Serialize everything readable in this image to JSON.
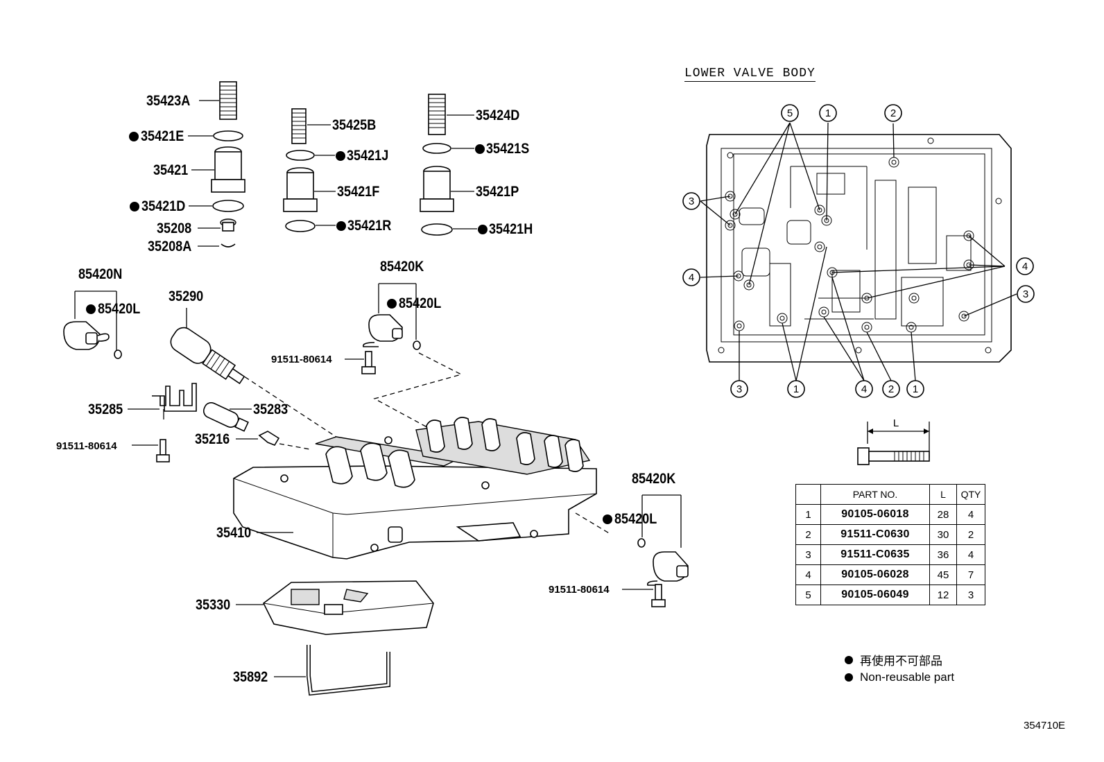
{
  "labels": {
    "p35423A": "35423A",
    "p35421E": "35421E",
    "p35421": "35421",
    "p35421D": "35421D",
    "p35208": "35208",
    "p35208A": "35208A",
    "p35425B": "35425B",
    "p35421J": "35421J",
    "p35421F": "35421F",
    "p35421R": "35421R",
    "p35424D": "35424D",
    "p35421S": "35421S",
    "p35421P": "35421P",
    "p35421H": "35421H",
    "p85420N": "85420N",
    "p85420L_a": "85420L",
    "p35290": "35290",
    "p85420K_a": "85420K",
    "p85420L_b": "85420L",
    "p91511_a": "91511-80614",
    "p35285": "35285",
    "p35283": "35283",
    "p35216": "35216",
    "p91511_b": "91511-80614",
    "p35410": "35410",
    "p85420K_b": "85420K",
    "p85420L_c": "85420L",
    "p91511_c": "91511-80614",
    "p35330": "35330",
    "p35892": "35892"
  },
  "lower_valve_body": {
    "title": "LOWER  VALVE  BODY",
    "dimension_label": "L",
    "callouts": {
      "c5": "5",
      "c1a": "1",
      "c2a": "2",
      "c3a": "3",
      "c4a": "4",
      "c4b": "4",
      "c3b": "3",
      "c3c": "3",
      "c1b": "1",
      "c4c": "4",
      "c2b": "2",
      "c1c": "1"
    }
  },
  "bolt_table": {
    "headers": [
      "",
      "PART NO.",
      "L",
      "QTY"
    ],
    "rows": [
      {
        "no": "1",
        "part": "90105-06018",
        "l": "28",
        "qty": "4"
      },
      {
        "no": "2",
        "part": "91511-C0630",
        "l": "30",
        "qty": "2"
      },
      {
        "no": "3",
        "part": "91511-C0635",
        "l": "36",
        "qty": "4"
      },
      {
        "no": "4",
        "part": "90105-06028",
        "l": "45",
        "qty": "7"
      },
      {
        "no": "5",
        "part": "90105-06049",
        "l": "12",
        "qty": "3"
      }
    ]
  },
  "legend": {
    "line1": "再使用不可部品",
    "line2": "Non-reusable part",
    "dot_icon": "filled-circle-icon"
  },
  "figure_id": "354710E",
  "colors": {
    "ink": "#000000",
    "background": "#ffffff"
  }
}
